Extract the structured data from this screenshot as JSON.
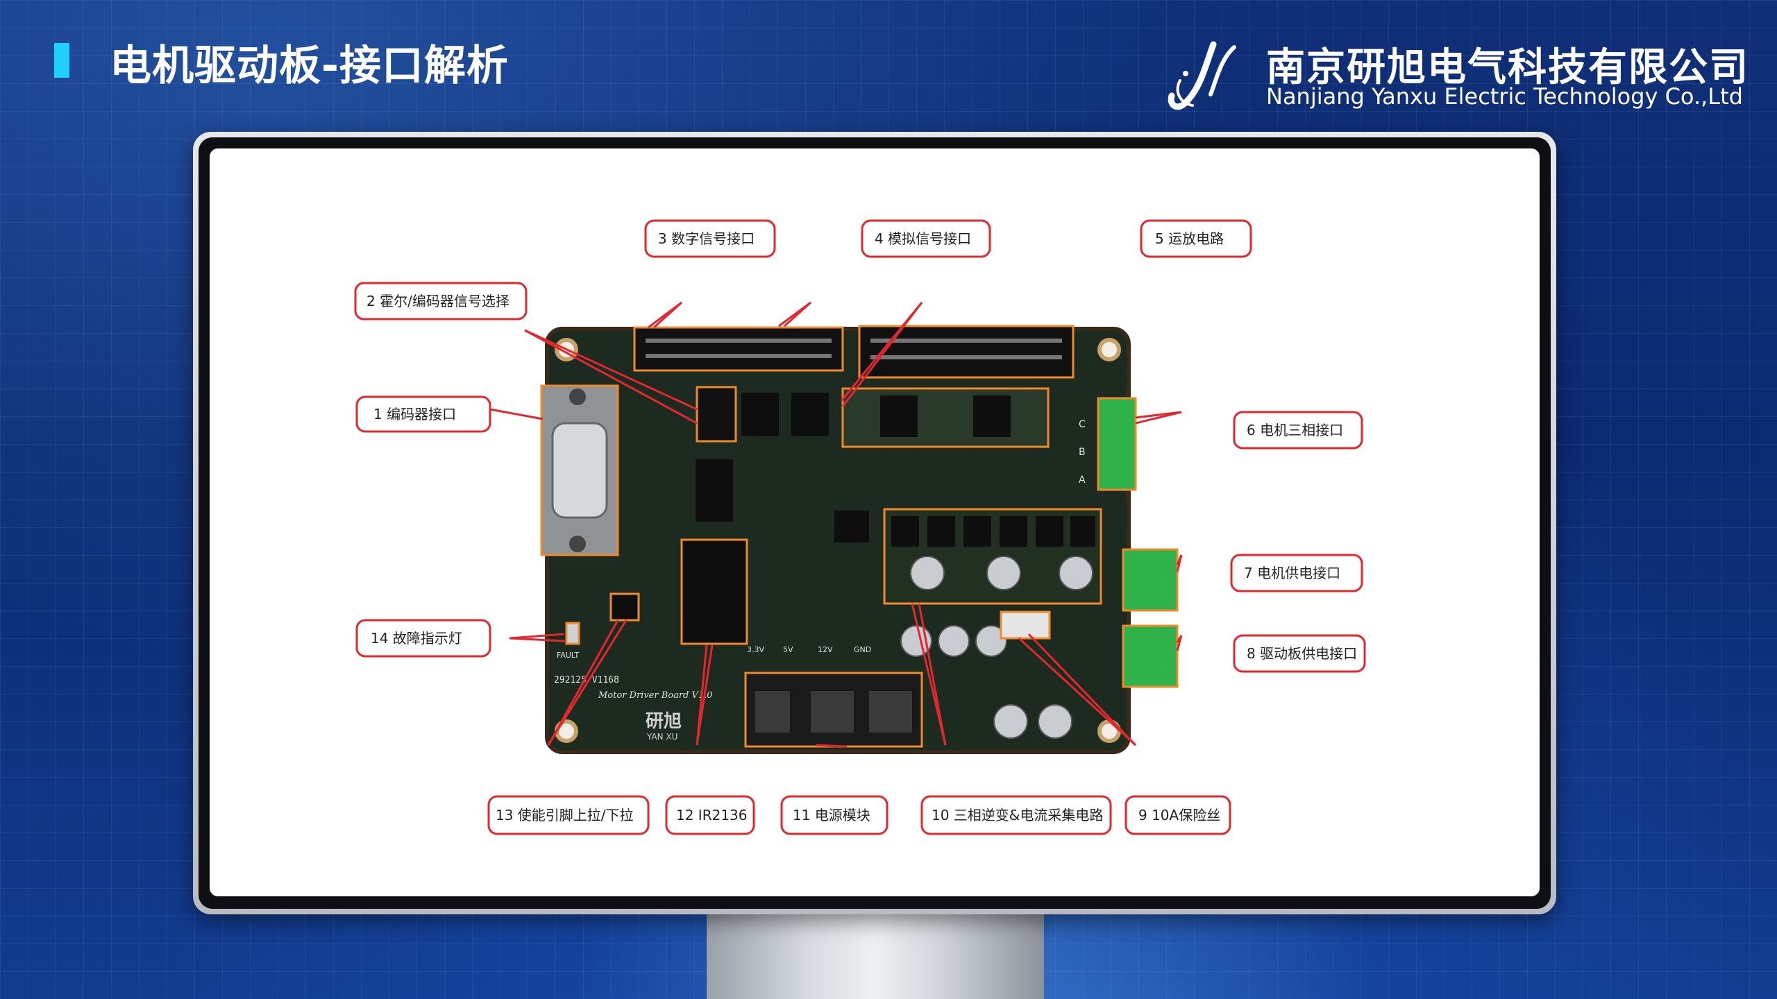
{
  "slide": {
    "title": "电机驱动板-接口解析"
  },
  "company": {
    "name_cn": "南京研旭电气科技有限公司",
    "name_en": "Nanjiang Yanxu Electric Technology Co.,Ltd"
  },
  "colors": {
    "accent": "#1fd0ff",
    "callout_border": "#e0282e",
    "highlight": "#f08a2a",
    "pcb": "#1d2a1f"
  },
  "board": {
    "silkscreen_name": "Motor Driver Board V1.0",
    "silkscreen_code": "292125 V1168",
    "brand_cn": "研旭",
    "brand_en": "YAN XU",
    "power_pins": [
      "3.3V",
      "5V",
      "12V",
      "GND"
    ],
    "phase_letters": [
      "C",
      "B",
      "A"
    ],
    "fault_label": "FAULT"
  },
  "callouts": [
    {
      "id": 1,
      "label": "1  编码器接口"
    },
    {
      "id": 2,
      "label": "2  霍尔/编码器信号选择"
    },
    {
      "id": 3,
      "label": "3  数字信号接口"
    },
    {
      "id": 4,
      "label": "4  模拟信号接口"
    },
    {
      "id": 5,
      "label": "5  运放电路"
    },
    {
      "id": 6,
      "label": "6  电机三相接口"
    },
    {
      "id": 7,
      "label": "7  电机供电接口"
    },
    {
      "id": 8,
      "label": "8  驱动板供电接口"
    },
    {
      "id": 9,
      "label": "9  10A保险丝"
    },
    {
      "id": 10,
      "label": "10  三相逆变&电流采集电路"
    },
    {
      "id": 11,
      "label": "11  电源模块"
    },
    {
      "id": 12,
      "label": "12  IR2136"
    },
    {
      "id": 13,
      "label": "13  使能引脚上拉/下拉"
    },
    {
      "id": 14,
      "label": "14  故障指示灯"
    }
  ]
}
